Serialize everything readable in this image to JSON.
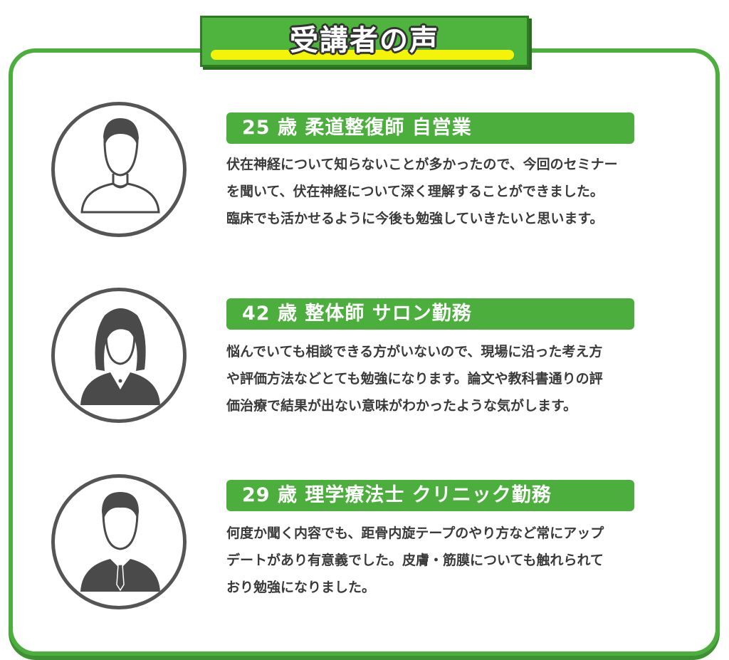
{
  "header": {
    "title": "受講者の声"
  },
  "colors": {
    "green": "#4caf3d",
    "yellow": "#f6f30a",
    "text": "#3a3a3a"
  },
  "testimonials": [
    {
      "avatar_icon": "male-casual-user-icon",
      "label": "25 歳 柔道整復師 自営業",
      "text": "伏在神経について知らないことが多かったので、今回のセミナー\nを聞いて、伏在神経について深く理解することができました。\n臨床でも活かせるように今後も勉強していきたいと思います。"
    },
    {
      "avatar_icon": "female-business-user-icon",
      "label": "42 歳 整体師 サロン勤務",
      "text": "悩んでいても相談できる方がいないので、現場に沿った考え方\nや評価方法などとても勉強になります。論文や教科書通りの評\n価治療で結果が出ない意味がわかったような気がします。"
    },
    {
      "avatar_icon": "male-business-user-icon",
      "label": "29 歳 理学療法士 クリニック勤務",
      "text": "何度か聞く内容でも、距骨内旋テープのやり方など常にアップ\nデートがあり有意義でした。皮膚・筋膜についても触れられて\nおり勉強になりました。"
    }
  ]
}
